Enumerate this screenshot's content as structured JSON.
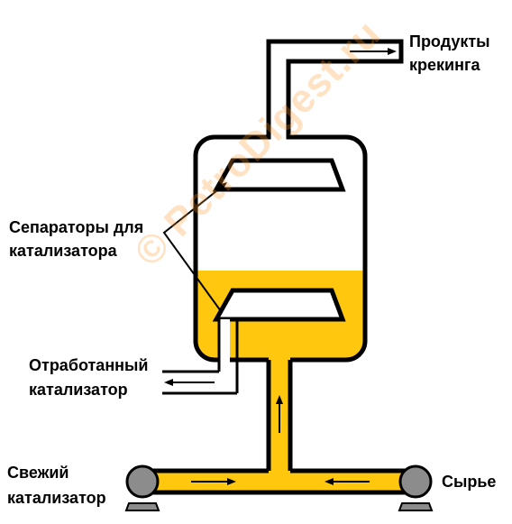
{
  "labels": {
    "products_line1": "Продукты",
    "products_line2": "крекинга",
    "separators_line1": "Сепараторы для",
    "separators_line2": "катализатора",
    "spent_line1": "Отработанный",
    "spent_line2": "катализатор",
    "fresh_line1": "Свежий",
    "fresh_line2": "катализатор",
    "feed": "Сырье"
  },
  "watermark": "© PetroDigest.ru",
  "colors": {
    "catalyst_fill": "#FFC80F",
    "outline": "#000000",
    "pump": "#8C8C8C",
    "watermark": "#FF9628"
  },
  "icons": {
    "pump_left": "pump-icon",
    "pump_right": "pump-icon"
  }
}
